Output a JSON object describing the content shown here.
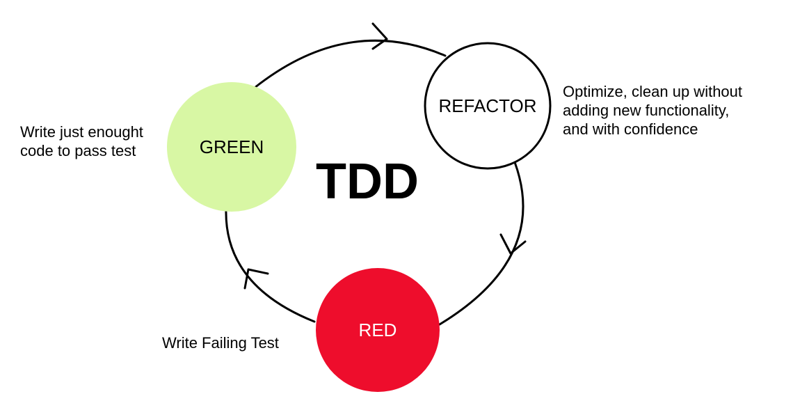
{
  "diagram": {
    "title": "TDD",
    "colors": {
      "green": "#d8f7a4",
      "red": "#ee0d2c",
      "refactor": "#ffffff",
      "stroke": "#000000"
    },
    "nodes": {
      "green": {
        "label": "GREEN"
      },
      "refactor": {
        "label": "REFACTOR"
      },
      "red": {
        "label": "RED"
      }
    },
    "notes": {
      "green": [
        "Write just enought",
        "code to pass test"
      ],
      "refactor": [
        "Optimize, clean up without",
        "adding new functionality,",
        "and with confidence"
      ],
      "red": [
        "Write Failing Test"
      ]
    },
    "flow": [
      "red",
      "green",
      "refactor"
    ]
  }
}
